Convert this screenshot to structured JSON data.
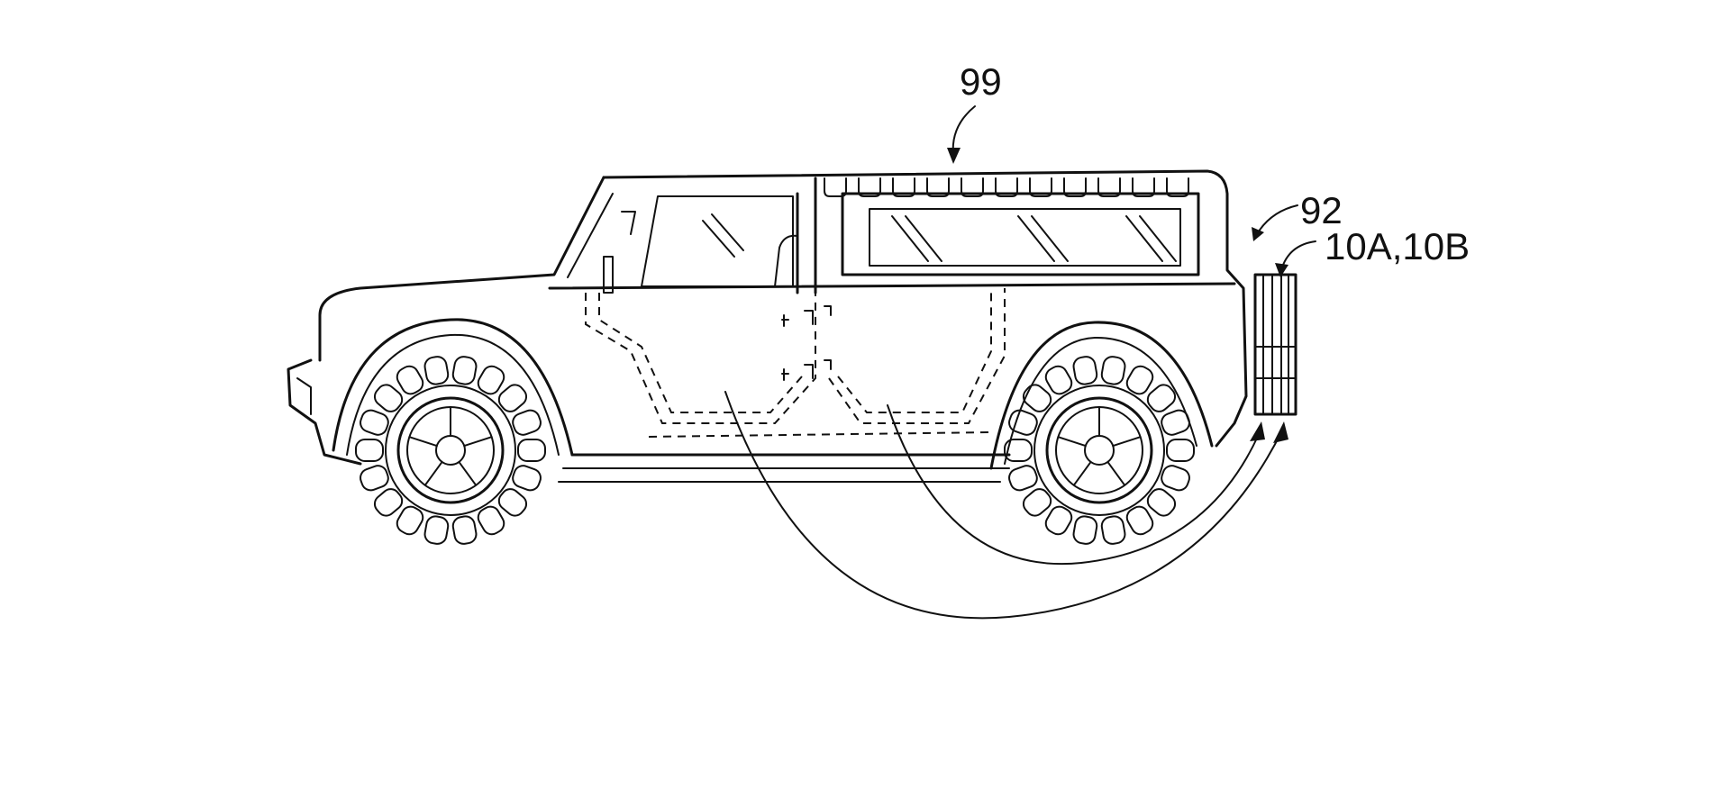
{
  "labels": {
    "vehicle": "99",
    "panel_group": "92",
    "panels": "10A,10B"
  },
  "colors": {
    "ink": "#111111",
    "background": "#ffffff"
  }
}
